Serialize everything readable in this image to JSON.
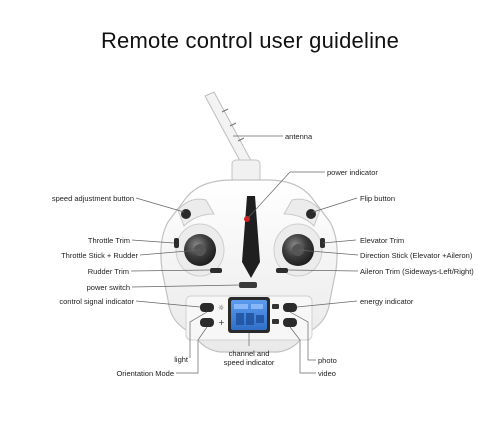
{
  "title": "Remote control user guideline",
  "labels": {
    "antenna": "antenna",
    "power_indicator": "power indicator",
    "speed_adjustment_button": "speed adjustment button",
    "flip_button": "Flip button",
    "throttle_trim": "Throttle Trim",
    "elevator_trim": "Elevator Trim",
    "throttle_stick_rudder": "Throttle Stick + Rudder",
    "direction_stick": "Direction Stick (Elevator +Aileron)",
    "rudder_trim": "Rudder Trim",
    "aileron_trim": "Aileron Trim (Sideways-Left/Right)",
    "power_switch": "power switch",
    "control_signal_indicator": "control signal indicator",
    "energy_indicator": "energy indicator",
    "light": "light",
    "orientation_mode": "Orientation Mode",
    "channel_speed_line1": "channel and",
    "channel_speed_line2": "speed indicator",
    "photo": "photo",
    "video": "video"
  },
  "colors": {
    "body": "#f4f4f4",
    "outline": "#c9c9c9",
    "stick": "#3a3a3a",
    "lcd": "#3f7fd8",
    "led": "#d21f1f"
  }
}
